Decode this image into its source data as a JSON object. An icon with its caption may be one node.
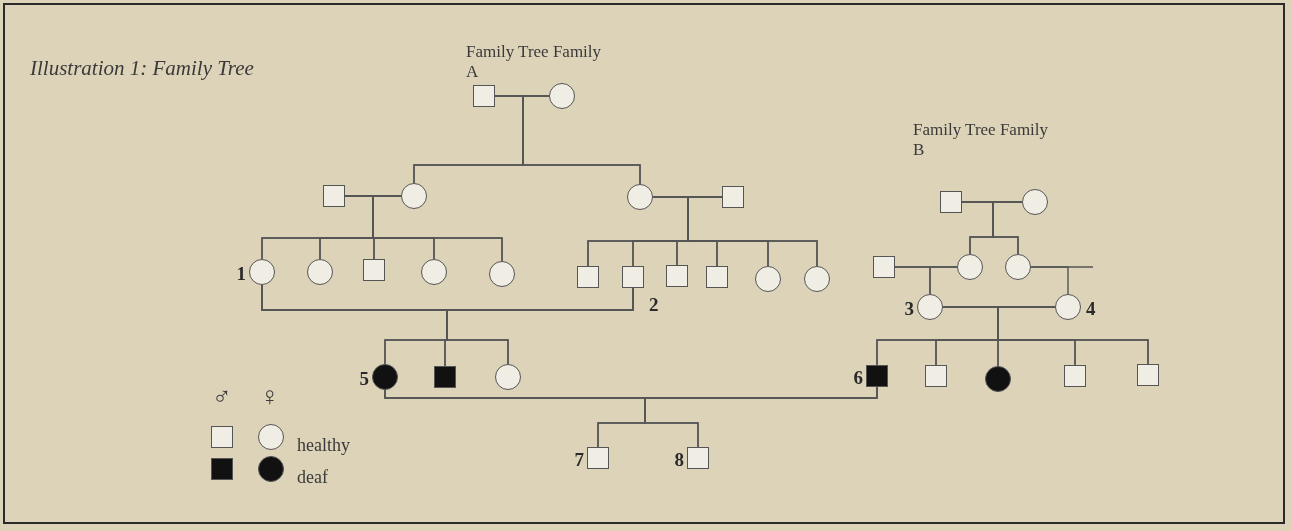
{
  "diagram": {
    "title": "Illustration 1: Family Tree",
    "nodes": [
      {
        "text": [],
        "shape": "box"
      },
      {
        "text": [],
        "shape": "circle"
      },
      {
        "text": [],
        "shape": "box"
      },
      {
        "text": [],
        "shape": "circle"
      },
      {
        "text": [],
        "shape": "circle"
      },
      {
        "text": [],
        "shape": "box"
      },
      {
        "text": [],
        "shape": "circle",
        "beside": [
          "1"
        ]
      },
      {
        "text": [],
        "shape": "circle"
      },
      {
        "text": [],
        "shape": "box"
      },
      {
        "text": [],
        "shape": "circle"
      },
      {
        "text": [],
        "shape": "circle"
      },
      {
        "text": [],
        "shape": "box"
      },
      {
        "text": [],
        "shape": "box",
        "beside": [
          "2"
        ]
      },
      {
        "text": [],
        "shape": "box"
      },
      {
        "text": [],
        "shape": "box"
      },
      {
        "text": [],
        "shape": "circle"
      },
      {
        "text": [],
        "shape": "circle"
      },
      {
        "text": [],
        "shape": "box"
      },
      {
        "text": [],
        "shape": "circle"
      },
      {
        "text": [],
        "shape": "box"
      },
      {
        "text": [],
        "shape": "circle"
      },
      {
        "text": [],
        "shape": "circle"
      },
      {
        "text": [],
        "shape": "circle",
        "beside": [
          "3"
        ]
      },
      {
        "text": [],
        "shape": "circle",
        "beside": [
          "4"
        ]
      },
      {
        "text": [],
        "shape": "filled-circle",
        "beside": [
          "5"
        ]
      },
      {
        "text": [],
        "shape": "filled-box"
      },
      {
        "text": [],
        "shape": "circle"
      },
      {
        "text": [],
        "shape": "filled-box",
        "beside": [
          "6"
        ]
      },
      {
        "text": [],
        "shape": "box"
      },
      {
        "text": [],
        "shape": "filled-circle"
      },
      {
        "text": [],
        "shape": "box"
      },
      {
        "text": [],
        "shape": "box"
      },
      {
        "text": [],
        "shape": "box",
        "beside": [
          "7"
        ]
      },
      {
        "text": [],
        "shape": "box",
        "beside": [
          "8"
        ]
      }
    ],
    "edges": [
      {
        "from": 0,
        "to": 1,
        "arrow": "none"
      },
      {
        "from": 0,
        "to": 3,
        "arrow": "none"
      },
      {
        "from": 1,
        "to": 3,
        "arrow": "none"
      },
      {
        "from": 0,
        "to": 4,
        "arrow": "none"
      },
      {
        "from": 1,
        "to": 4,
        "arrow": "none"
      },
      {
        "from": 2,
        "to": 3,
        "arrow": "none"
      },
      {
        "from": 2,
        "to": 6,
        "arrow": "none"
      },
      {
        "from": 2,
        "to": 7,
        "arrow": "none"
      },
      {
        "from": 2,
        "to": 8,
        "arrow": "none"
      },
      {
        "from": 2,
        "to": 9,
        "arrow": "none"
      },
      {
        "from": 2,
        "to": 10,
        "arrow": "none"
      },
      {
        "from": 3,
        "to": 6,
        "arrow": "none"
      },
      {
        "from": 3,
        "to": 7,
        "arrow": "none"
      },
      {
        "from": 3,
        "to": 8,
        "arrow": "none"
      },
      {
        "from": 3,
        "to": 9,
        "arrow": "none"
      },
      {
        "from": 3,
        "to": 10,
        "arrow": "none"
      },
      {
        "from": 4,
        "to": 5,
        "arrow": "none"
      },
      {
        "from": 4,
        "to": 11,
        "arrow": "none"
      },
      {
        "from": 4,
        "to": 12,
        "arrow": "none"
      },
      {
        "from": 4,
        "to": 13,
        "arrow": "none"
      },
      {
        "from": 4,
        "to": 14,
        "arrow": "none"
      },
      {
        "from": 4,
        "to": 15,
        "arrow": "none"
      },
      {
        "from": 4,
        "to": 16,
        "arrow": "none"
      },
      {
        "from": 5,
        "to": 11,
        "arrow": "none"
      },
      {
        "from": 5,
        "to": 12,
        "arrow": "none"
      },
      {
        "from": 5,
        "to": 13,
        "arrow": "none"
      },
      {
        "from": 5,
        "to": 14,
        "arrow": "none"
      },
      {
        "from": 5,
        "to": 15,
        "arrow": "none"
      },
      {
        "from": 5,
        "to": 16,
        "arrow": "none"
      },
      {
        "from": 17,
        "to": 18,
        "arrow": "none"
      },
      {
        "from": 17,
        "to": 20,
        "arrow": "none"
      },
      {
        "from": 18,
        "to": 20,
        "arrow": "none"
      },
      {
        "from": 17,
        "to": 21,
        "arrow": "none"
      },
      {
        "from": 18,
        "to": 21,
        "arrow": "none"
      },
      {
        "from": 19,
        "to": 20,
        "arrow": "none"
      },
      {
        "from": 19,
        "to": 22,
        "arrow": "none"
      },
      {
        "from": 20,
        "to": 22,
        "arrow": "none"
      },
      {
        "from": 21,
        "to": null,
        "arrow": "none"
      },
      {
        "from": 21,
        "to": 23,
        "arrow": "none"
      },
      {
        "from": 22,
        "to": 23,
        "arrow": "none"
      },
      {
        "from": 22,
        "to": 27,
        "arrow": "none"
      },
      {
        "from": 22,
        "to": 28,
        "arrow": "none"
      },
      {
        "from": 22,
        "to": 29,
        "arrow": "none"
      },
      {
        "from": 22,
        "to": 30,
        "arrow": "none"
      },
      {
        "from": 22,
        "to": 31,
        "arrow": "none"
      },
      {
        "from": 23,
        "to": 27,
        "arrow": "none"
      },
      {
        "from": 23,
        "to": 28,
        "arrow": "none"
      },
      {
        "from": 23,
        "to": 29,
        "arrow": "none"
      },
      {
        "from": 23,
        "to": 30,
        "arrow": "none"
      },
      {
        "from": 23,
        "to": 31,
        "arrow": "none"
      },
      {
        "from": 6,
        "to": 12,
        "arrow": "none"
      },
      {
        "from": 6,
        "to": 24,
        "arrow": "none"
      },
      {
        "from": 6,
        "to": 25,
        "arrow": "none"
      },
      {
        "from": 6,
        "to": 26,
        "arrow": "none"
      },
      {
        "from": 12,
        "to": 24,
        "arrow": "none"
      },
      {
        "from": 12,
        "to": 25,
        "arrow": "none"
      },
      {
        "from": 12,
        "to": 26,
        "arrow": "none"
      },
      {
        "from": 24,
        "to": 27,
        "arrow": "none"
      },
      {
        "from": 24,
        "to": 32,
        "arrow": "none"
      },
      {
        "from": 24,
        "to": 33,
        "arrow": "none"
      },
      {
        "from": 27,
        "to": 32,
        "arrow": "none"
      },
      {
        "from": 27,
        "to": 33,
        "arrow": "none"
      }
    ],
    "labels": [
      "Family Tree Family A",
      "Family Tree Family B",
      "♂",
      "♀"
    ],
    "legend": [
      {
        "text": "healthy",
        "color": "#f0ede4"
      },
      {
        "text": "deaf",
        "color": "#111111"
      }
    ]
  }
}
